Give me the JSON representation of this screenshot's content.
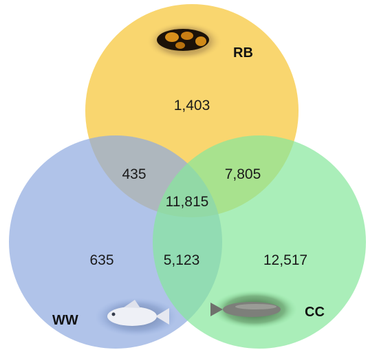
{
  "colors": {
    "rb": "#f9d66f",
    "ww": "#8eaae0",
    "cc": "#86e79b"
  },
  "sets": {
    "rb": {
      "label": "RB",
      "image": "black-orange-fish-photo"
    },
    "ww": {
      "label": "WW",
      "image": "white-fish-photo"
    },
    "cc": {
      "label": "CC",
      "image": "grey-carp-photo"
    }
  },
  "regions": {
    "rb_only": "1,403",
    "ww_only": "635",
    "cc_only": "12,517",
    "rb_ww": "435",
    "rb_cc": "7,805",
    "ww_cc": "5,123",
    "all": "11,815"
  }
}
